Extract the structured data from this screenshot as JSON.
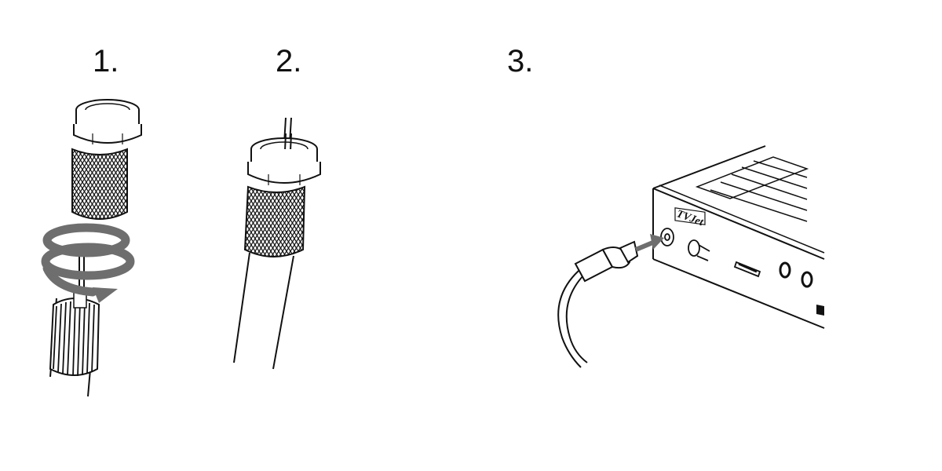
{
  "steps": [
    {
      "number": "1."
    },
    {
      "number": "2."
    },
    {
      "number": "3."
    }
  ],
  "device": {
    "brand_logo": "TVJet"
  },
  "icons": {
    "rotate": "rotate-arrow-icon",
    "insert": "insert-arrow-icon"
  },
  "colors": {
    "line": "#111111",
    "arrow": "#6e6e6e"
  }
}
